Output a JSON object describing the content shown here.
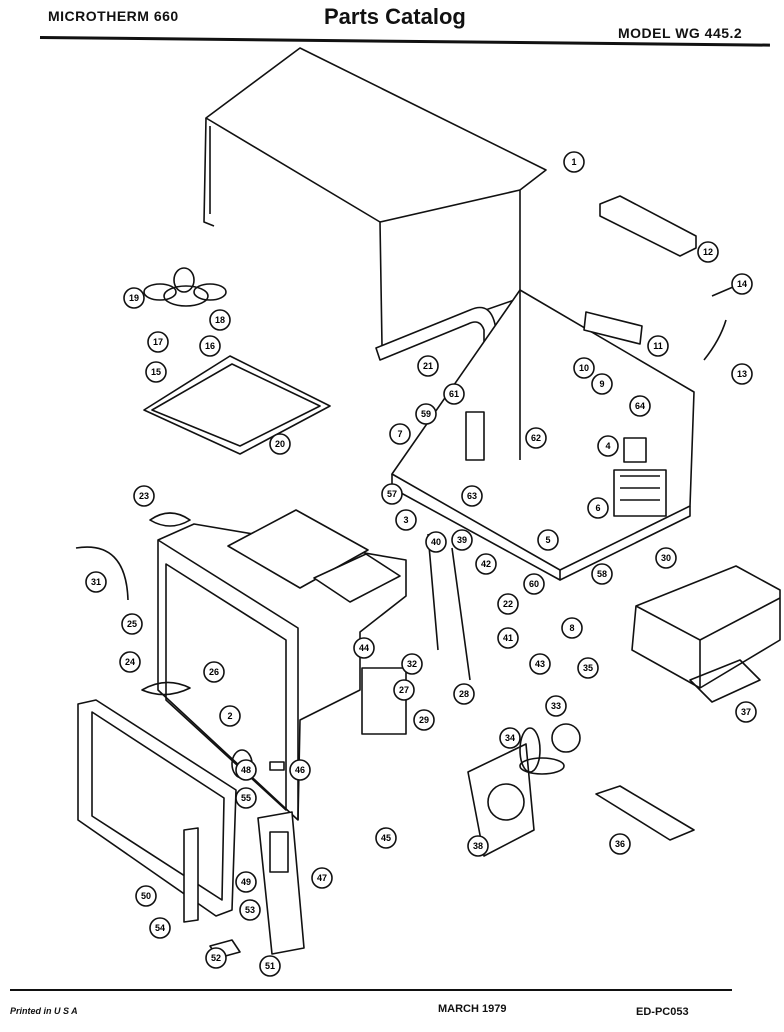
{
  "header": {
    "left_title": "MICROTHERM 660",
    "center_title": "Parts Catalog",
    "model": "MODEL WG 445.2"
  },
  "footer": {
    "printed": "Printed in U S A",
    "date": "MARCH 1979",
    "code": "ED-PC053"
  },
  "callouts": [
    "1",
    "12",
    "14",
    "13",
    "11",
    "10",
    "9",
    "19",
    "18",
    "17",
    "16",
    "15",
    "21",
    "20",
    "61",
    "64",
    "59",
    "7",
    "62",
    "4",
    "57",
    "63",
    "6",
    "3",
    "5",
    "60",
    "58",
    "30",
    "23",
    "40",
    "39",
    "42",
    "31",
    "22",
    "25",
    "26",
    "41",
    "24",
    "28",
    "43",
    "44",
    "32",
    "27",
    "2",
    "35",
    "33",
    "29",
    "34",
    "49",
    "45",
    "37",
    "55",
    "36",
    "47",
    "48",
    "46",
    "50",
    "54",
    "52",
    "51",
    "53",
    "8",
    "38"
  ]
}
